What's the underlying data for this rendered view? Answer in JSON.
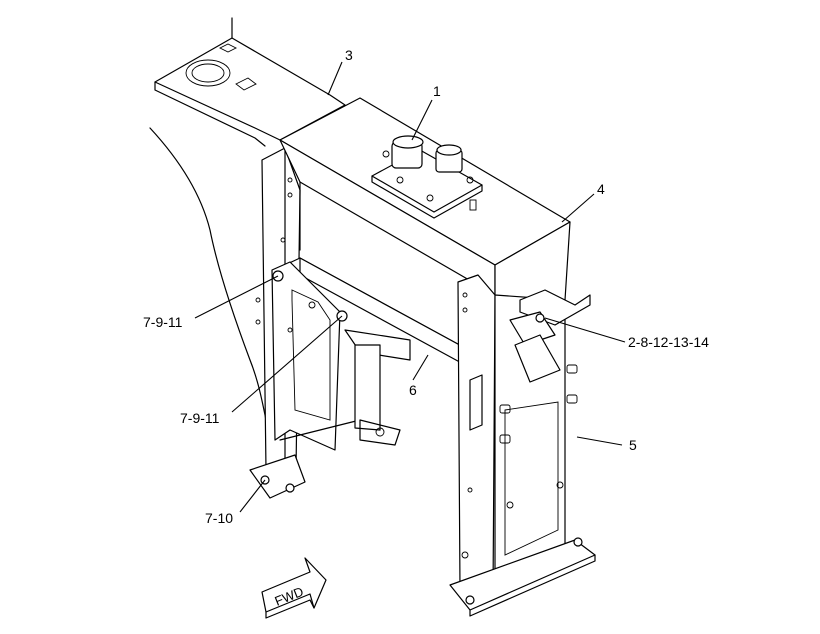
{
  "callouts": {
    "c1": "1",
    "c2": "2-8-12-13-14",
    "c3": "3",
    "c4": "4",
    "c5": "5",
    "c6": "6",
    "c7a": "7-9-11",
    "c7b": "7-9-11",
    "c7c": "7-10"
  },
  "fwd_label": "FWD"
}
